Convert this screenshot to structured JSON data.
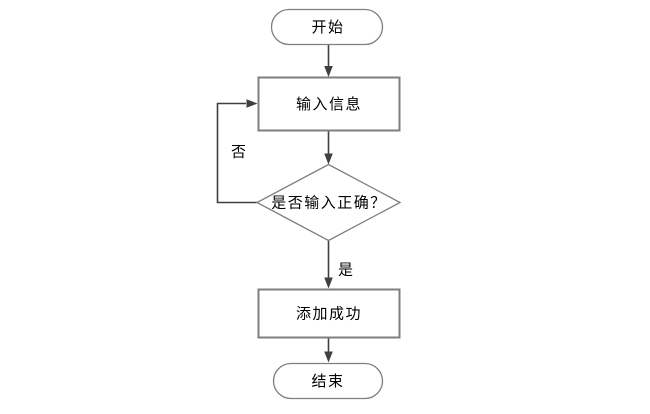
{
  "flowchart": {
    "nodes": {
      "start": "开始",
      "input": "输入信息",
      "decision": "是否输入正确？",
      "success": "添加成功",
      "end": "结束"
    },
    "edge_labels": {
      "no": "否",
      "yes": "是"
    },
    "colors": {
      "background": "#ffffff",
      "node_border": "#7f7f7f",
      "connector": "#404040",
      "text": "#000000"
    }
  }
}
